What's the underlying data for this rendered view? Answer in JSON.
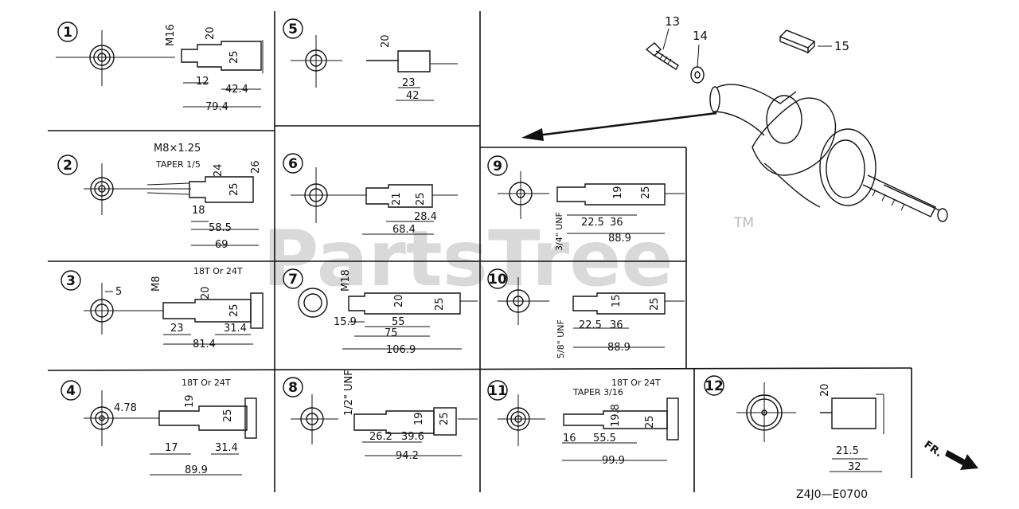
{
  "watermark": "PartsTree",
  "trademark": "TM",
  "figure_code": "Z4J0—E0700",
  "front_label": "FR.",
  "callouts": {
    "c13": "13",
    "c14": "14",
    "c15": "15"
  },
  "variants": [
    {
      "num": "1",
      "labels": {
        "thread": "M16",
        "d1": "20",
        "d2": "25",
        "l1": "12",
        "l2": "42.4",
        "total": "79.4"
      }
    },
    {
      "num": "2",
      "labels": {
        "thread": "M8×1.25",
        "taper": "TAPER 1/5",
        "d1": "24",
        "d2": "26",
        "d3": "25",
        "l1": "18",
        "l2": "58.5",
        "total": "69"
      }
    },
    {
      "num": "3",
      "labels": {
        "key": "5",
        "thread": "M8",
        "gear": "18T Or 24T",
        "d1": "20",
        "d2": "25",
        "l1": "23",
        "l2": "31.4",
        "total": "81.4"
      }
    },
    {
      "num": "4",
      "labels": {
        "key": "4.78",
        "gear": "18T Or 24T",
        "d1": "19",
        "d2": "25",
        "l1": "17",
        "l2": "31.4",
        "total": "89.9"
      }
    },
    {
      "num": "5",
      "labels": {
        "d1": "20",
        "l1": "23",
        "total": "42"
      }
    },
    {
      "num": "6",
      "labels": {
        "d1": "21",
        "d2": "25",
        "l1": "28.4",
        "total": "68.4"
      }
    },
    {
      "num": "7",
      "labels": {
        "thread": "M18",
        "d1": "20",
        "d2": "25",
        "l0": "15.9",
        "l1": "55",
        "l2": "75",
        "total": "106.9"
      }
    },
    {
      "num": "8",
      "labels": {
        "thread": "1/2\" UNF",
        "d1": "19",
        "d2": "25",
        "l1": "26.2",
        "l2": "39.6",
        "total": "94.2"
      }
    },
    {
      "num": "9",
      "labels": {
        "thread": "3/4\" UNF",
        "d1": "19",
        "d2": "25",
        "l1": "22.5",
        "l2": "36",
        "total": "88.9"
      }
    },
    {
      "num": "10",
      "labels": {
        "thread": "5/8\" UNF",
        "d1": "15",
        "d2": "25",
        "l1": "22.5",
        "l2": "36",
        "total": "88.9"
      }
    },
    {
      "num": "11",
      "labels": {
        "taper": "TAPER 3/16",
        "gear": "18T Or 24T",
        "d1": "19.8",
        "d2": "25",
        "l1": "16",
        "l2": "55.5",
        "total": "99.9"
      }
    },
    {
      "num": "12",
      "labels": {
        "d1": "20",
        "l1": "21.5",
        "total": "32"
      }
    }
  ]
}
